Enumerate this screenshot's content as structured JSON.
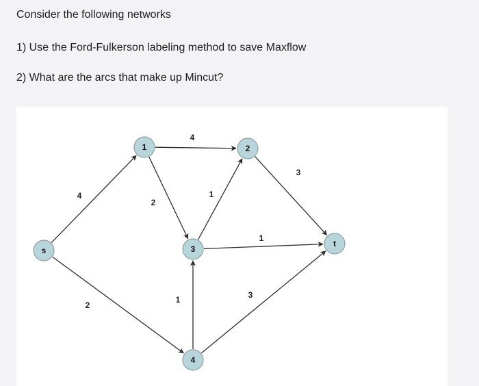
{
  "question": {
    "intro": "Consider the following networks",
    "part1": "1) Use the Ford-Fulkerson labeling method to save Maxflow",
    "part2": "2) What are the arcs that make up Mincut?"
  },
  "network": {
    "nodes": [
      {
        "id": "s",
        "label": "s"
      },
      {
        "id": "n1",
        "label": "1"
      },
      {
        "id": "n2",
        "label": "2"
      },
      {
        "id": "n3",
        "label": "3"
      },
      {
        "id": "n4",
        "label": "4"
      },
      {
        "id": "t",
        "label": "t"
      }
    ],
    "edges": [
      {
        "from": "s",
        "to": "n1",
        "capacity": "4"
      },
      {
        "from": "s",
        "to": "n4",
        "capacity": "2"
      },
      {
        "from": "n1",
        "to": "n2",
        "capacity": "4"
      },
      {
        "from": "n1",
        "to": "n3",
        "capacity": "2"
      },
      {
        "from": "n3",
        "to": "n2",
        "capacity": "1"
      },
      {
        "from": "n2",
        "to": "t",
        "capacity": "3"
      },
      {
        "from": "n3",
        "to": "t",
        "capacity": "1"
      },
      {
        "from": "n4",
        "to": "n3",
        "capacity": "1"
      },
      {
        "from": "n4",
        "to": "t",
        "capacity": "3"
      }
    ],
    "colors": {
      "node_fill": "#b7d5db",
      "edge": "#2c2c2c"
    }
  }
}
